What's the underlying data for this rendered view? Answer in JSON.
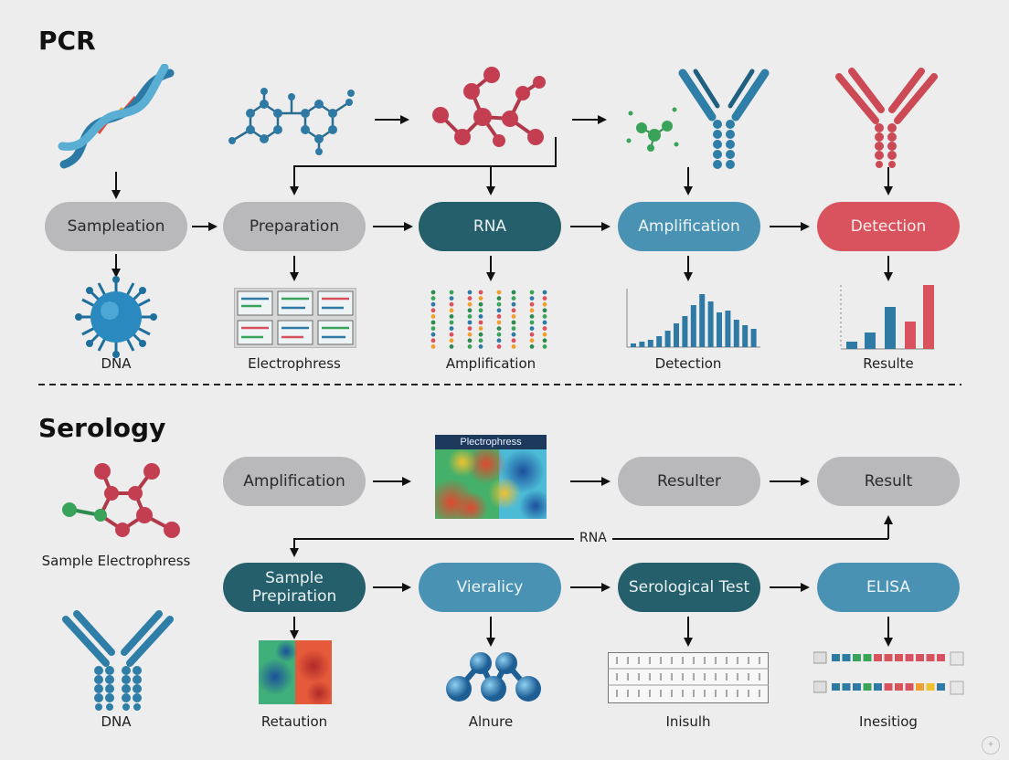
{
  "sections": {
    "pcr": {
      "title": "PCR"
    },
    "serology": {
      "title": "Serology"
    }
  },
  "pcr_steps": [
    {
      "label": "Sampleation",
      "style": "gray"
    },
    {
      "label": "Preparation",
      "style": "gray"
    },
    {
      "label": "RNA",
      "style": "teal"
    },
    {
      "label": "Amplification",
      "style": "blue"
    },
    {
      "label": "Detection",
      "style": "red"
    }
  ],
  "pcr_captions": [
    "DNA",
    "Electrophress",
    "Amplification",
    "Detection",
    "Resulte"
  ],
  "serology_row1": [
    {
      "label": "Amplification",
      "style": "gray"
    },
    {
      "label": "Resulter",
      "style": "gray"
    },
    {
      "label": "Result",
      "style": "gray"
    }
  ],
  "heatmap_title": "Plectrophress",
  "rna_connector_label": "RNA",
  "serology_row2": [
    {
      "label": "Sample Prepiration",
      "style": "teal"
    },
    {
      "label": "Vieralicy",
      "style": "blue"
    },
    {
      "label": "Serological Test",
      "style": "teal"
    },
    {
      "label": "ELISA",
      "style": "blue"
    }
  ],
  "serology_captions": {
    "molecule": "Sample Electrophress",
    "antibody": "DNA",
    "row2": [
      "Retaution",
      "Alnure",
      "Inisulh",
      "Inesitiog"
    ]
  },
  "colors": {
    "gray": "#b9b9bb",
    "teal": "#255f6b",
    "blue": "#4a92b3",
    "red": "#d9535f",
    "background": "#ededed"
  },
  "icons": [
    "dna-helix-icon",
    "molecule-icon",
    "antibody-icon",
    "virus-icon",
    "gel-icon",
    "bar-chart-icon",
    "heatmap-icon"
  ]
}
